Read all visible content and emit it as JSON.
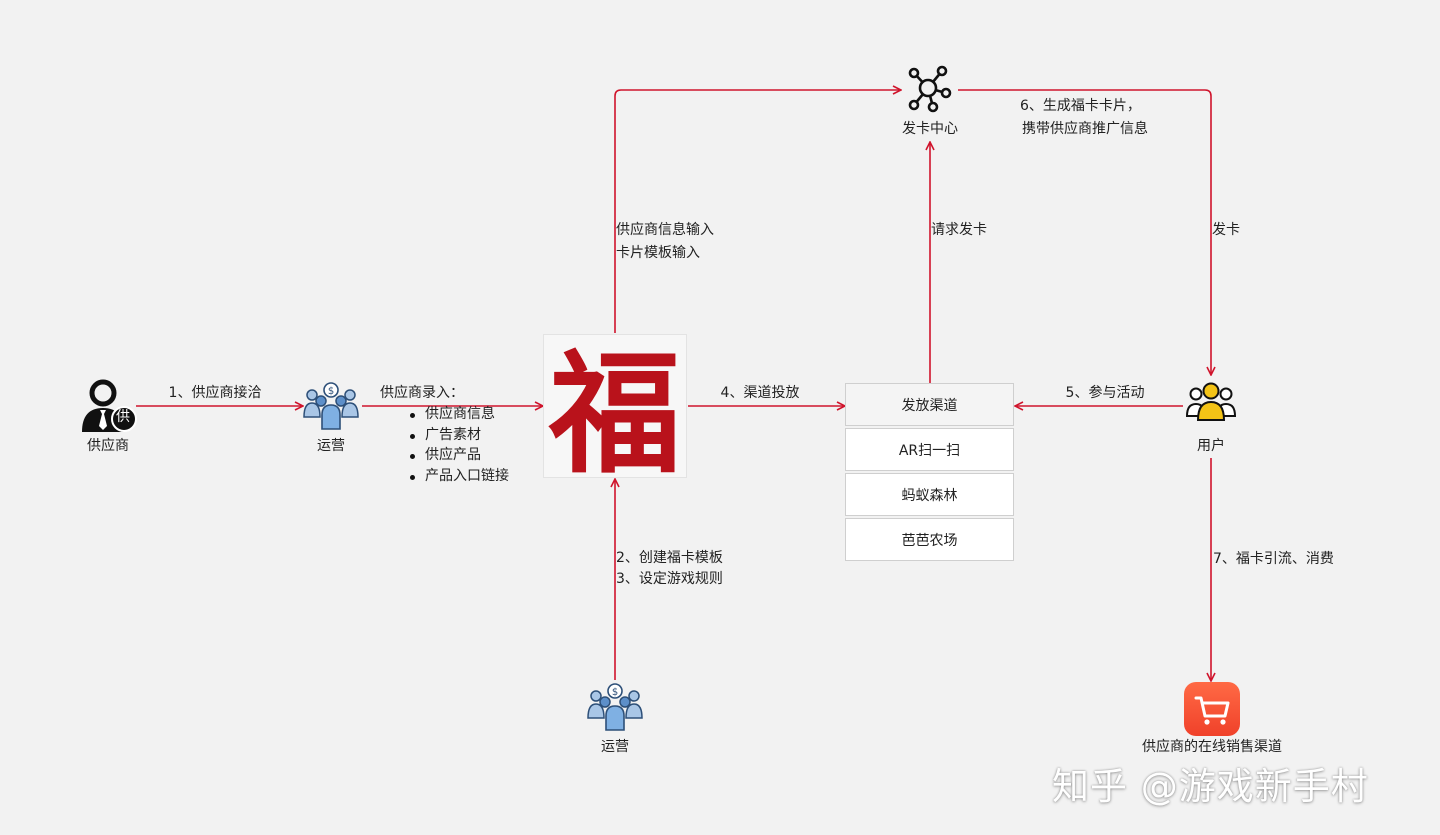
{
  "nodes": {
    "supplier": "供应商",
    "supplier_badge": "供",
    "ops_top": "运营",
    "ops_bottom": "运营",
    "card_center": "发卡中心",
    "user": "用户",
    "shop": "供应商的在线销售渠道"
  },
  "fu_char": "福",
  "edges": {
    "e1": "1、供应商接洽",
    "entry_title": "供应商录入：",
    "entry_items": [
      "供应商信息",
      "广告素材",
      "供应产品",
      "产品入口链接"
    ],
    "e23_line1": "2、创建福卡模板",
    "e23_line2": "3、设定游戏规则",
    "e4": "4、渠道投放",
    "up_line1": "供应商信息输入",
    "up_line2": "卡片模板输入",
    "request": "请求发卡",
    "e6_line1": "6、生成福卡卡片，",
    "e6_line2": "携带供应商推广信息",
    "issue": "发卡",
    "e5": "5、参与活动",
    "e7": "7、福卡引流、消费"
  },
  "channels": {
    "header": "发放渠道",
    "items": [
      "AR扫一扫",
      "蚂蚁森林",
      "芭芭农场"
    ]
  },
  "watermark": "知乎 @游戏新手村",
  "colors": {
    "arrow": "#d0142c",
    "background": "#f2f2f2",
    "cart": "#f04a2e"
  }
}
